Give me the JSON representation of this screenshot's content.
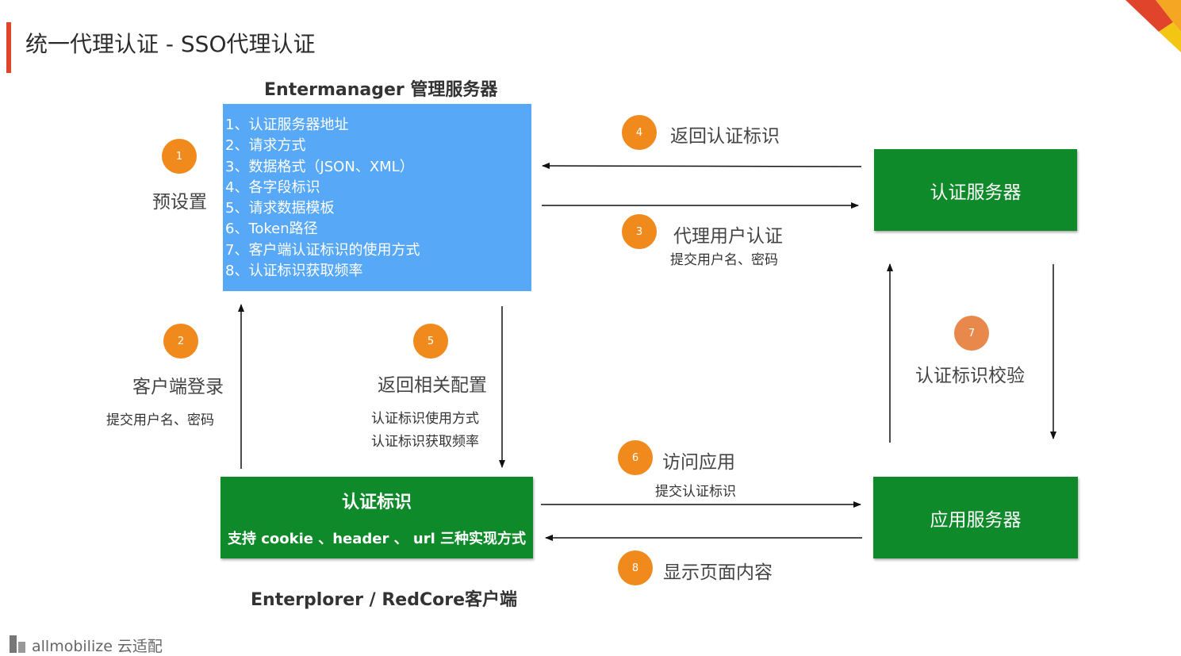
{
  "title": "统一代理认证 - SSO代理认证",
  "server_title": "Entermanager 管理服务器",
  "config_items": [
    "1、认证服务器地址",
    "2、请求方式",
    "3、数据格式（JSON、XML）",
    "4、各字段标识",
    "5、请求数据模板",
    "6、Token路径",
    "7、客户端认证标识的使用方式",
    "8、认证标识获取频率"
  ],
  "auth_server": "认证服务器",
  "app_server": "应用服务器",
  "client_box": {
    "title": "认证标识",
    "subtitle": "支持 cookie 、header 、 url 三种实现方式"
  },
  "client_title": "Enterplorer / RedCore客户端",
  "steps": {
    "s1": {
      "num": "1",
      "label": "预设置"
    },
    "s2": {
      "num": "2",
      "label": "客户端登录",
      "detail": "提交用户名、密码"
    },
    "s3": {
      "num": "3",
      "label": "代理用户认证",
      "detail": "提交用户名、密码"
    },
    "s4": {
      "num": "4",
      "label": "返回认证标识"
    },
    "s5": {
      "num": "5",
      "label": "返回相关配置",
      "detail1": "认证标识使用方式",
      "detail2": "认证标识获取频率"
    },
    "s6": {
      "num": "6",
      "label": "访问应用",
      "detail": "提交认证标识"
    },
    "s7": {
      "num": "7",
      "label": "认证标识校验"
    },
    "s8": {
      "num": "8",
      "label": "显示页面内容"
    }
  },
  "logo": "allmobilize 云适配",
  "colors": {
    "accent": "#e0452b",
    "blue": "#58a8f8",
    "green": "#0e8a2a",
    "badge": "#f08a1c",
    "badge7": "#e8884a"
  }
}
